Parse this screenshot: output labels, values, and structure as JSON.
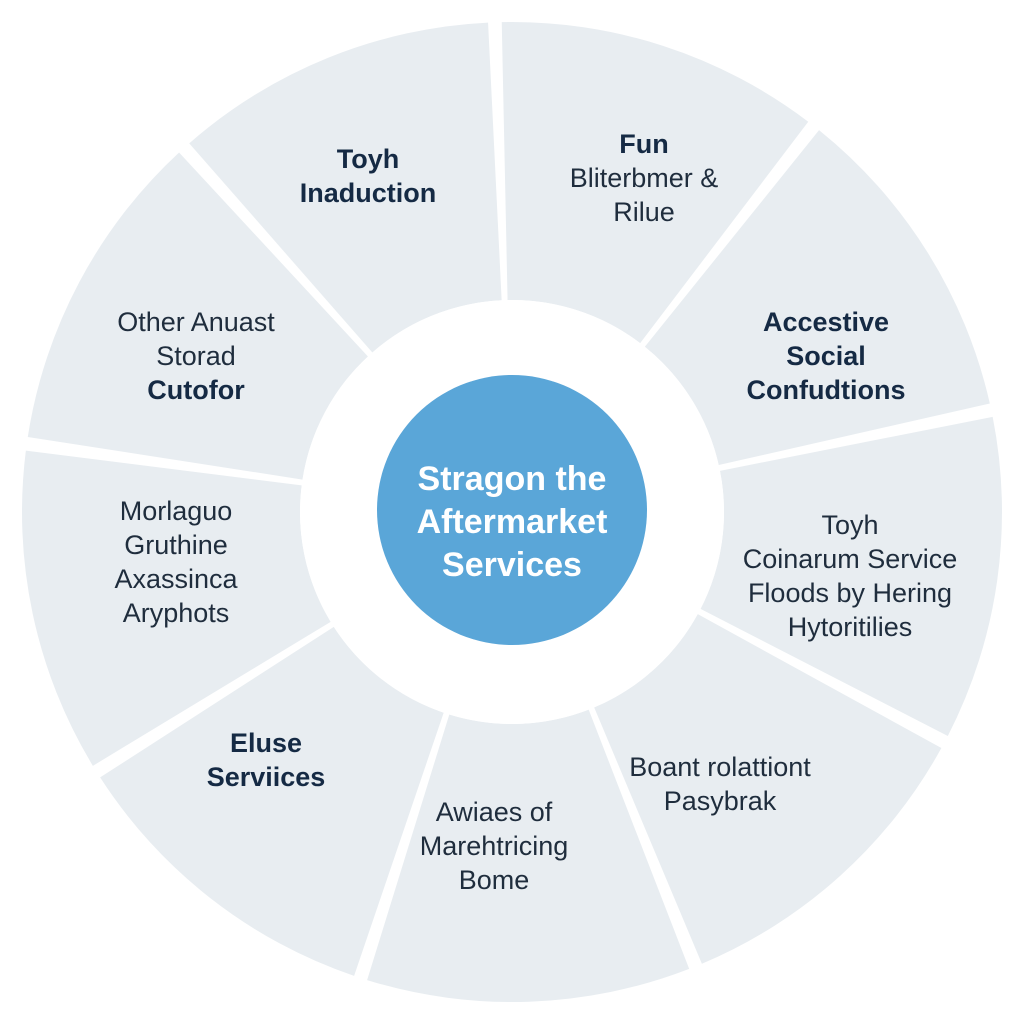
{
  "center": {
    "lines": [
      "Stragon the",
      "Aftermarket",
      "Services"
    ],
    "fill": "#5aa6d8"
  },
  "colors": {
    "segment_fill": "#e8edf1",
    "gap": "#ffffff",
    "text": "#1f2d3d",
    "text_bold": "#152a44"
  },
  "segments": [
    {
      "id": "s1",
      "bold": true,
      "lines": [
        "Toyh",
        "Inaduction"
      ]
    },
    {
      "id": "s2",
      "bold": false,
      "title": "Fun",
      "lines": [
        "Fun",
        "Bliterbmer &",
        "Rilue"
      ]
    },
    {
      "id": "s3",
      "bold": true,
      "lines": [
        "Accestive",
        "Social",
        "Confudtions"
      ]
    },
    {
      "id": "s4",
      "bold": false,
      "lines": [
        "Toyh",
        "Coinarum Service",
        "Floods by Hering",
        "Hytoritilies"
      ]
    },
    {
      "id": "s5",
      "bold": false,
      "lines": [
        "Boant rolattiont",
        "Pasybrak"
      ]
    },
    {
      "id": "s6",
      "bold": false,
      "lines": [
        "Awiaes of",
        "Marehtricing",
        "Bome"
      ]
    },
    {
      "id": "s7",
      "bold": true,
      "lines": [
        "Eluse",
        "Serviices"
      ]
    },
    {
      "id": "s8",
      "bold": false,
      "lines": [
        "Morlaguo",
        "Gruthine",
        "Axassinca",
        "Aryphots"
      ]
    },
    {
      "id": "s9",
      "bold": false,
      "boldLast": true,
      "lines": [
        "Other Anuast",
        "Storad",
        "Cutofor"
      ]
    }
  ]
}
